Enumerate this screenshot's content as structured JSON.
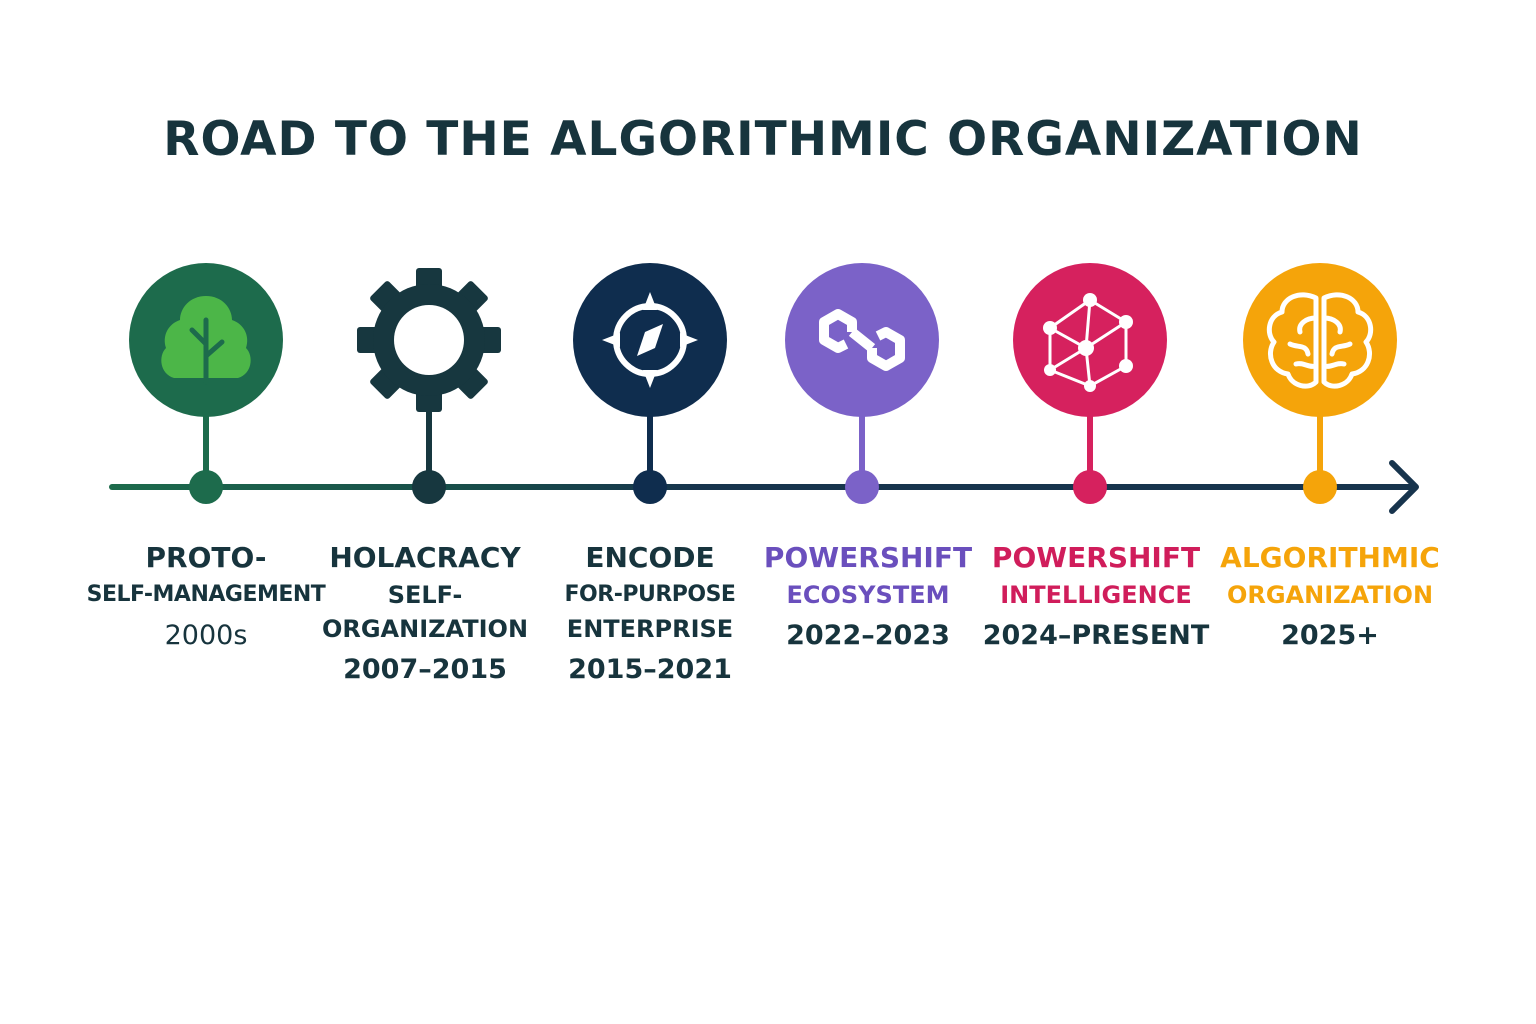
{
  "title": "ROAD TO THE ALGORITHMIC ORGANIZATION",
  "milestones": [
    {
      "line1": "PROTO-",
      "line2": "SELF-MANAGEMENT",
      "line3": "",
      "date": "2000s",
      "icon": "tree-icon",
      "color": "#1d6b4c",
      "icon_bg": "#1d6b4c",
      "icon_fg": "#4cb648",
      "text_color": "#17343d"
    },
    {
      "line1": "HOLACRACY",
      "line2": "SELF-",
      "line3": "ORGANIZATION",
      "date": "2007–2015",
      "icon": "gear-icon",
      "color": "#17373f",
      "icon_bg": "#17373f",
      "icon_fg": "#ffffff",
      "text_color": "#17343d"
    },
    {
      "line1": "ENCODE",
      "line2": "FOR-PURPOSE",
      "line3": "ENTERPRISE",
      "date": "2015–2021",
      "icon": "compass-icon",
      "color": "#0f2d4e",
      "icon_bg": "#0f2d4e",
      "icon_fg": "#ffffff",
      "text_color": "#17343d"
    },
    {
      "line1": "POWERSHIFT",
      "line2": "ECOSYSTEM",
      "line3": "",
      "date": "2022–2023",
      "icon": "infinity-link-icon",
      "color": "#7b62c8",
      "icon_bg": "#7b62c8",
      "icon_fg": "#ffffff",
      "text_color": "#6a4fbd"
    },
    {
      "line1": "POWERSHIFT",
      "line2": "INTELLIGENCE",
      "line3": "",
      "date": "2024–PRESENT",
      "icon": "network-icon",
      "color": "#d6215e",
      "icon_bg": "#d6215e",
      "icon_fg": "#ffffff",
      "text_color": "#d01d5b"
    },
    {
      "line1": "ALGORITHMIC",
      "line2": "ORGANIZATION",
      "line3": "",
      "date": "2025+",
      "icon": "brain-icon",
      "color": "#f5a40a",
      "icon_bg": "#f5a40a",
      "icon_fg": "#ffffff",
      "text_color": "#f5a40a"
    }
  ],
  "colors": {
    "title": "#17343d",
    "axis_start": "#1d6b4c",
    "axis_end": "#17344d",
    "date_text": "#17343d"
  }
}
